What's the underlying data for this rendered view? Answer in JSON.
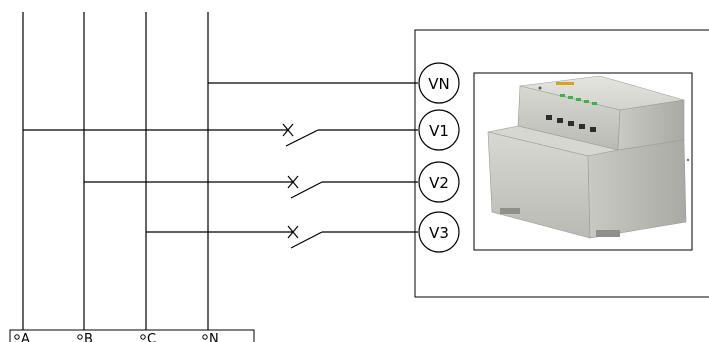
{
  "terminals": [
    {
      "id": "vn",
      "label": "VN"
    },
    {
      "id": "v1",
      "label": "V1"
    },
    {
      "id": "v2",
      "label": "V2"
    },
    {
      "id": "v3",
      "label": "V3"
    }
  ],
  "buses": [
    {
      "id": "a",
      "label": "A"
    },
    {
      "id": "b",
      "label": "B"
    },
    {
      "id": "c",
      "label": "C"
    },
    {
      "id": "n",
      "label": "N"
    }
  ],
  "device": {
    "body_color": "#cfd0c9",
    "led_color": "#3bb34a",
    "led_accent": "#d9a21b",
    "icon": "energy-meter-device-icon"
  }
}
